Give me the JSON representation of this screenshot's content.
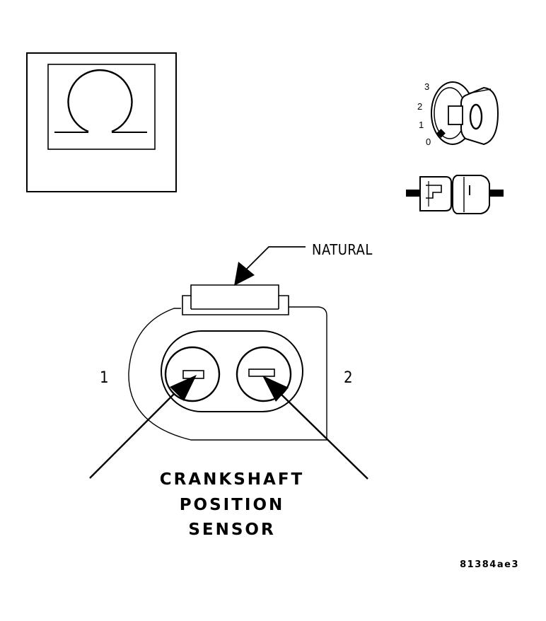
{
  "callout": {
    "label": "NATURAL"
  },
  "pins": {
    "pin1": "1",
    "pin2": "2"
  },
  "title": {
    "line1": "CRANKSHAFT",
    "line2": "POSITION",
    "line3": "SENSOR"
  },
  "ignition": {
    "positions": [
      "3",
      "2",
      "1",
      "0"
    ]
  },
  "figure_id": "81384ae3",
  "icons": {
    "meter": "ohmmeter-icon",
    "ignition": "ignition-key-icon",
    "connector": "disconnected-connector-icon"
  }
}
